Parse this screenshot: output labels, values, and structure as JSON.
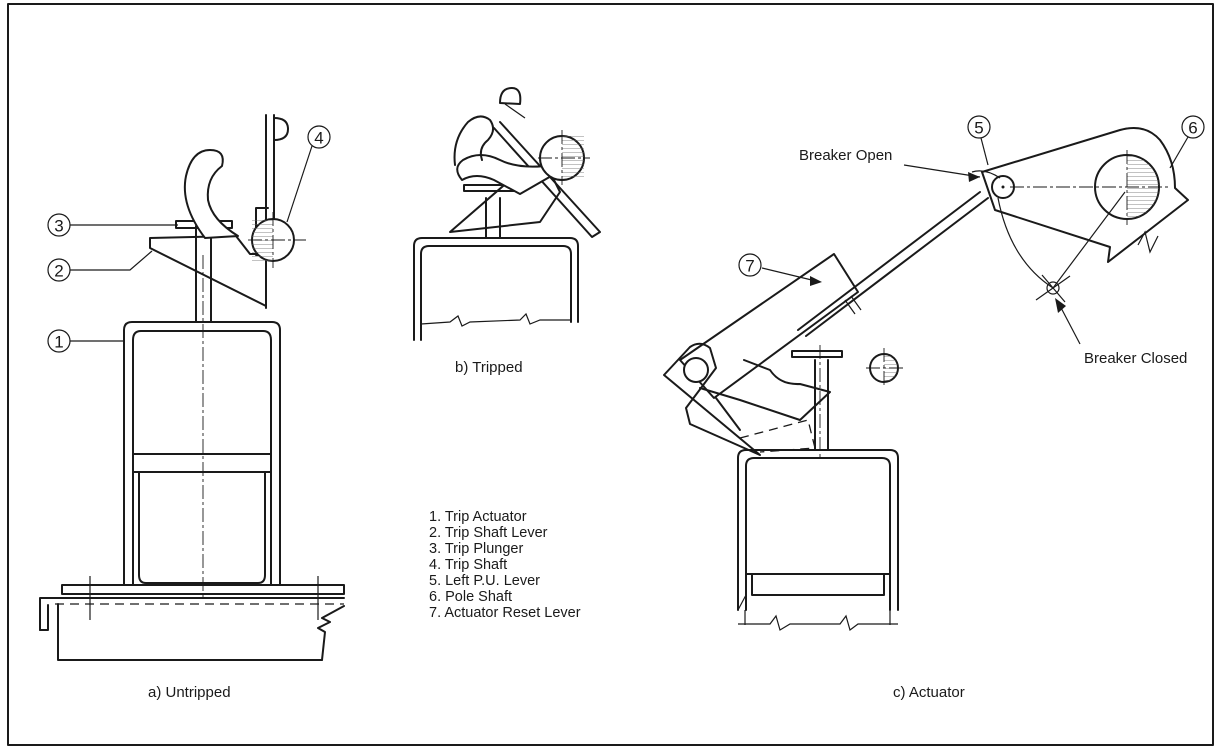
{
  "callouts": [
    "1",
    "2",
    "3",
    "4",
    "5",
    "6",
    "7"
  ],
  "captions": {
    "untripped": "a) Untripped",
    "tripped": "b) Tripped",
    "actuator": "c) Actuator"
  },
  "labels": {
    "breaker_open": "Breaker Open",
    "breaker_closed": "Breaker Closed"
  },
  "legend": [
    "1. Trip Actuator",
    "2. Trip Shaft Lever",
    "3. Trip Plunger",
    "4. Trip Shaft",
    "5. Left P.U. Lever",
    "6. Pole Shaft",
    "7. Actuator Reset Lever"
  ]
}
